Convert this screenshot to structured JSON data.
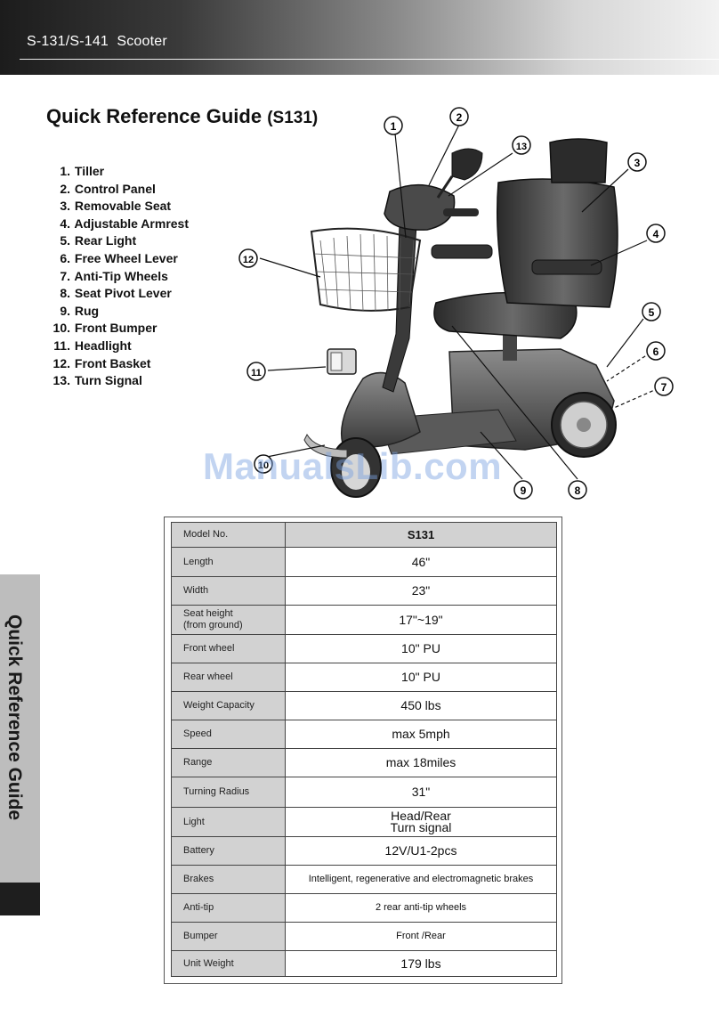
{
  "header": {
    "title": "S-131/S-141  Scooter"
  },
  "guide": {
    "title": "Quick Reference Guide",
    "model": "(S131)"
  },
  "parts": [
    {
      "num": "1.",
      "label": "Tiller"
    },
    {
      "num": "2.",
      "label": "Control Panel"
    },
    {
      "num": "3.",
      "label": "Removable Seat"
    },
    {
      "num": "4.",
      "label": "Adjustable Armrest"
    },
    {
      "num": "5.",
      "label": "Rear Light"
    },
    {
      "num": "6.",
      "label": "Free Wheel Lever"
    },
    {
      "num": "7.",
      "label": "Anti-Tip Wheels"
    },
    {
      "num": "8.",
      "label": "Seat Pivot Lever"
    },
    {
      "num": "9.",
      "label": "Rug"
    },
    {
      "num": "10.",
      "label": "Front Bumper"
    },
    {
      "num": "11.",
      "label": "Headlight"
    },
    {
      "num": "12.",
      "label": "Front Basket"
    },
    {
      "num": "13.",
      "label": "Turn Signal"
    }
  ],
  "callouts": [
    "1",
    "2",
    "3",
    "4",
    "5",
    "6",
    "7",
    "8",
    "9",
    "10",
    "11",
    "12",
    "13"
  ],
  "watermark": "ManualsLib.com",
  "side_tab": {
    "label": "Quick Reference Guide"
  },
  "specs": {
    "header": {
      "label": "Model No.",
      "value": "S131"
    },
    "rows": [
      {
        "label": "Length",
        "value": "46\""
      },
      {
        "label": "Width",
        "value": "23\""
      },
      {
        "label": "Seat height\n(from ground)",
        "value": "17\"~19\""
      },
      {
        "label": "Front wheel",
        "value": "10\" PU"
      },
      {
        "label": "Rear wheel",
        "value": "10\" PU"
      },
      {
        "label": "Weight Capacity",
        "value": "450 lbs"
      },
      {
        "label": "Speed",
        "value": "max 5mph"
      },
      {
        "label": "Range",
        "value": "max 18miles"
      },
      {
        "label": "Turning Radius",
        "value": "31\""
      },
      {
        "label": "Light",
        "value": "Head/Rear\nTurn signal"
      },
      {
        "label": "Battery",
        "value": "12V/U1-2pcs"
      },
      {
        "label": "Brakes",
        "value": "Intelligent, regenerative and electromagnetic brakes"
      },
      {
        "label": "Anti-tip",
        "value": "2 rear anti-tip wheels"
      },
      {
        "label": "Bumper",
        "value": "Front /Rear"
      },
      {
        "label": "Unit Weight",
        "value": "179 lbs"
      }
    ]
  }
}
